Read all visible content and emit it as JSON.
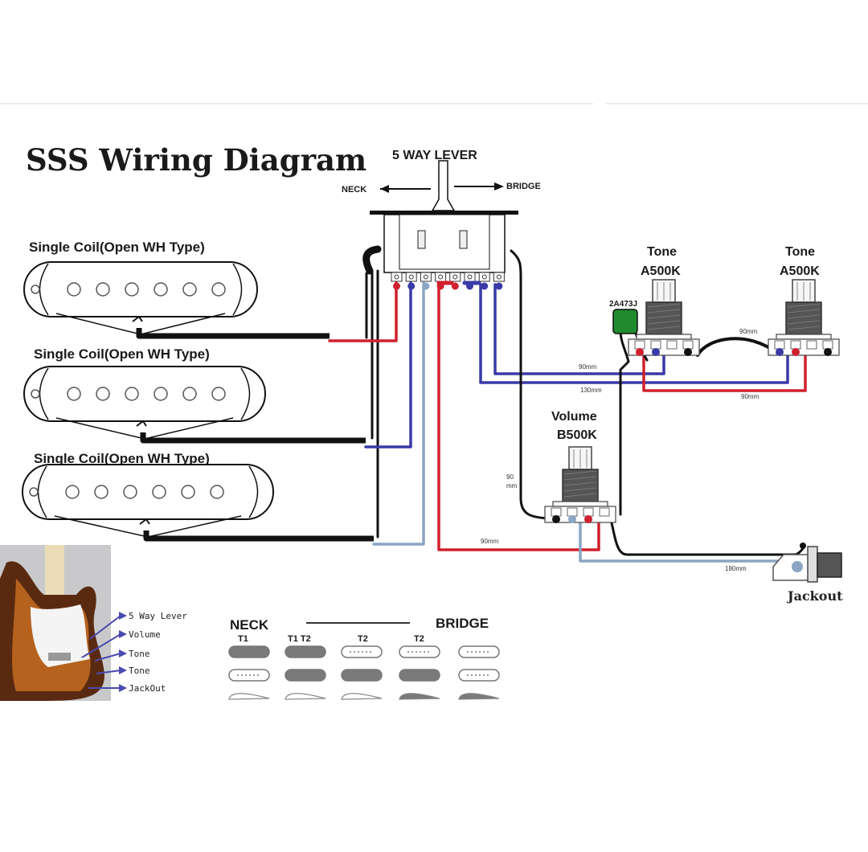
{
  "title": "SSS Wiring Diagram",
  "switch": {
    "label": "5 WAY LEVER",
    "left_direction": "NECK",
    "right_direction": "BRIDGE"
  },
  "pickups": [
    {
      "label": "Single Coil(Open WH Type)"
    },
    {
      "label": "Single Coil(Open WH Type)"
    },
    {
      "label": "Single Coil(Open WH Type)"
    }
  ],
  "pots": {
    "tone1": {
      "name": "Tone",
      "value": "A500K"
    },
    "tone2": {
      "name": "Tone",
      "value": "A500K"
    },
    "volume": {
      "name": "Volume",
      "value": "B500K"
    }
  },
  "capacitor": {
    "label": "2A473J",
    "color": "#1f8a2e"
  },
  "jack": {
    "label": "Jackout"
  },
  "wire_lengths": {
    "tone_link": "90mm",
    "blue_upper": "90mm",
    "blue_lower": "130mm",
    "red_tone": "90mm",
    "black_vertical_num": "90",
    "black_vertical_unit": "mm",
    "red_volume": "90mm",
    "jack_lead": "180mm"
  },
  "wire_colors": {
    "red": "#d0202e",
    "blue": "#3a3aa8",
    "light_blue": "#8aa6c4",
    "black": "#111111"
  },
  "guitar_callouts": [
    "5 Way Lever",
    "Volume",
    "Tone",
    "Tone",
    "JackOut"
  ],
  "positions_chart": {
    "left_label": "NECK",
    "right_label": "BRIDGE",
    "columns": [
      {
        "tag": "T1",
        "active": [
          true,
          false,
          false
        ]
      },
      {
        "tag": "T1  T2",
        "active": [
          true,
          true,
          false
        ]
      },
      {
        "tag": "T2",
        "active": [
          false,
          true,
          false
        ]
      },
      {
        "tag": "T2",
        "active": [
          false,
          true,
          true
        ]
      },
      {
        "tag": "",
        "active": [
          false,
          false,
          true
        ]
      }
    ]
  }
}
